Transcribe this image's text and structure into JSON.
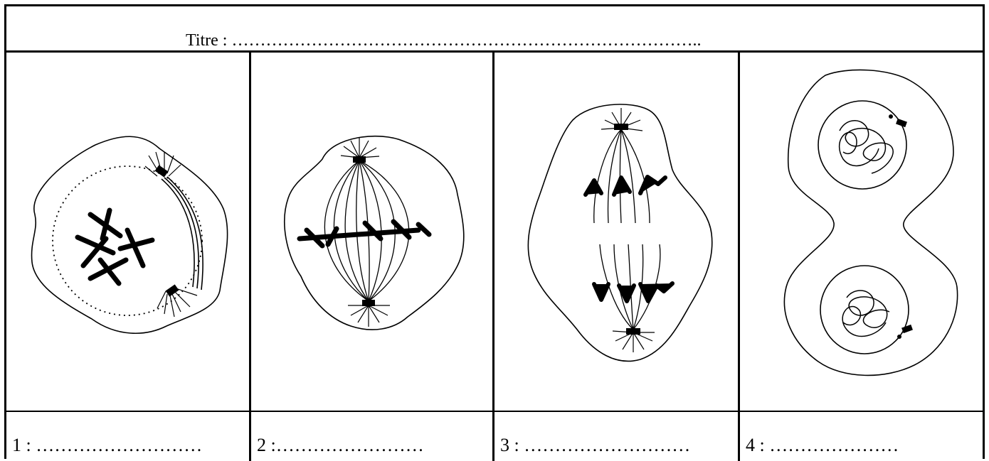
{
  "header": {
    "title": "Titre : ……………………………………………………………………….."
  },
  "stages": [
    {
      "caption": "1 : ………………………"
    },
    {
      "caption": "2 :……………………"
    },
    {
      "caption": "3 : ………………………"
    },
    {
      "caption": "4 : …………………"
    }
  ]
}
